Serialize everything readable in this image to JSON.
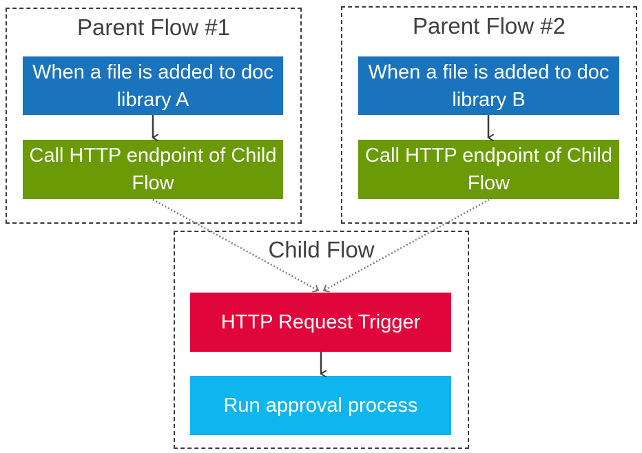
{
  "parent1": {
    "title": "Parent Flow #1",
    "trigger": "When a file is added to doc library A",
    "action": "Call HTTP endpoint of Child Flow"
  },
  "parent2": {
    "title": "Parent Flow #2",
    "trigger": "When a file is added to doc library B",
    "action": "Call HTTP endpoint of Child Flow"
  },
  "child": {
    "title": "Child Flow",
    "trigger": "HTTP Request Trigger",
    "action": "Run approval process"
  },
  "colors": {
    "trigger_blue": "#1a73bd",
    "action_green": "#6a9a05",
    "http_red": "#e0063b",
    "approval_cyan": "#0fb5ee",
    "frame_border": "#3a3a3a",
    "dotted_link": "#7a7a7a"
  }
}
